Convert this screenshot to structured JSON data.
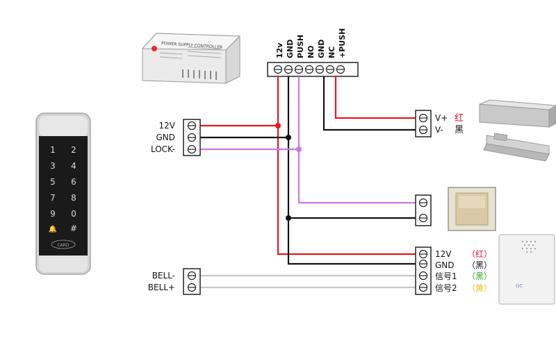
{
  "power_supply": {
    "title": "POWER SUPPLY CONTROLLER",
    "terminals": [
      "12v",
      "GND",
      "PUSH",
      "NO",
      "GND",
      "NC",
      "+PUSH"
    ]
  },
  "keypad": {
    "keys": [
      "1",
      "2",
      "3",
      "4",
      "5",
      "6",
      "7",
      "8",
      "9",
      "0",
      "🔔",
      "#"
    ],
    "card_label": "CARD"
  },
  "left_block": {
    "labels": [
      "12V",
      "GND",
      "LOCK-"
    ]
  },
  "bell_block": {
    "labels": [
      "BELL-",
      "BELL+"
    ]
  },
  "lock_block": {
    "labels": [
      "V+",
      "V-"
    ],
    "colors": [
      "红",
      "黑"
    ]
  },
  "bell_right": {
    "labels": [
      "12V",
      "GND",
      "信号1",
      "信号2"
    ],
    "colors": [
      "（红）",
      "（黑）",
      "（黑）",
      "（黄）"
    ]
  },
  "doorbell_brand": "GC",
  "wire_colors": {
    "red": "#e8161c",
    "black": "#111111",
    "purple": "#cc77dd",
    "gray": "#c8c8c8",
    "green": "#2eaa2e",
    "yellow": "#f0c020"
  }
}
